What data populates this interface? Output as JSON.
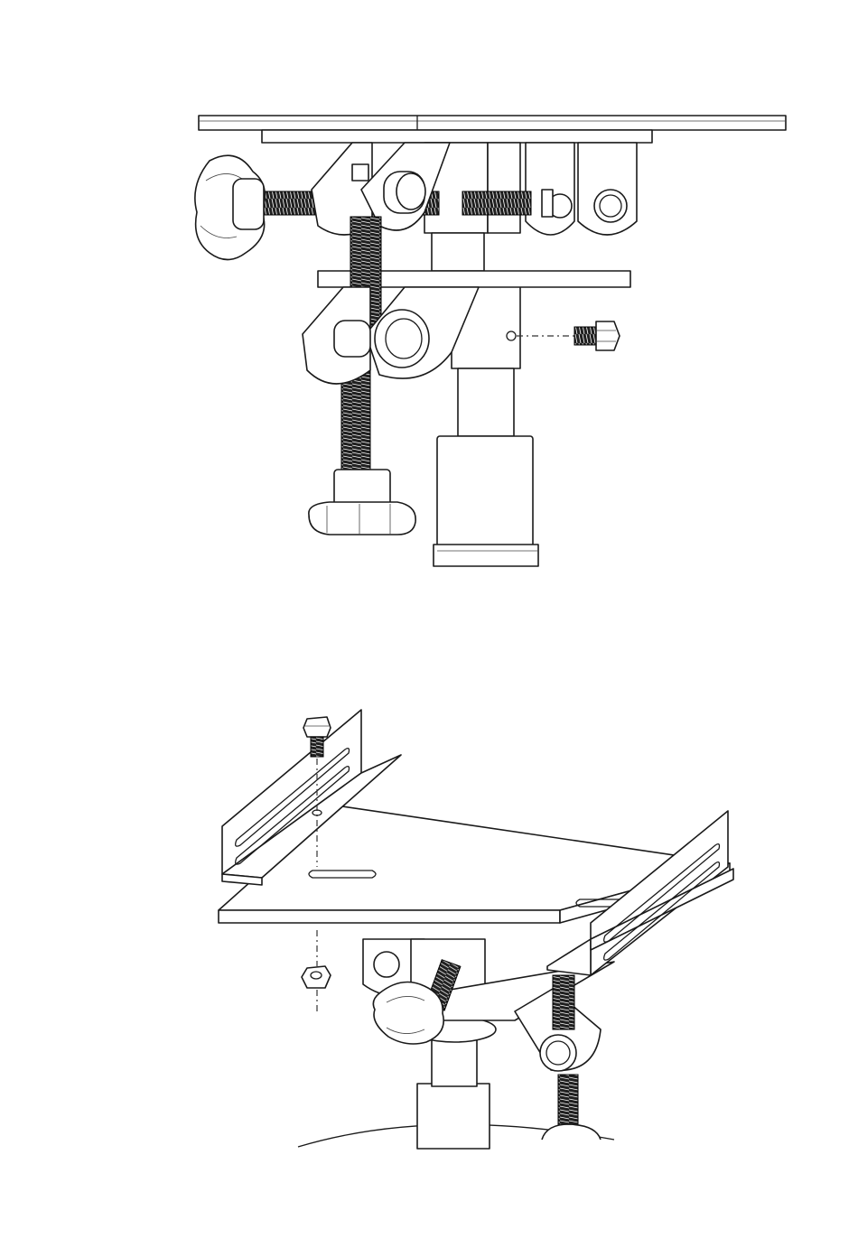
{
  "figures": [
    {
      "id": "figure-upper",
      "parts": [
        "tray-top-plate",
        "mounting-bracket",
        "horizontal-lead-screw",
        "star-knob",
        "vertical-lead-screw",
        "star-knob",
        "clevis-joints",
        "hex-bolt",
        "telescopic-column"
      ]
    },
    {
      "id": "figure-lower",
      "parts": [
        "tray-base-plate",
        "angle-rail-left",
        "angle-rail-right",
        "hex-bolt",
        "hex-nut",
        "star-knob",
        "lead-screw",
        "column"
      ]
    }
  ],
  "colors": {
    "line": "#1a1a1a",
    "fill": "#ffffff",
    "thread": "#151515"
  }
}
